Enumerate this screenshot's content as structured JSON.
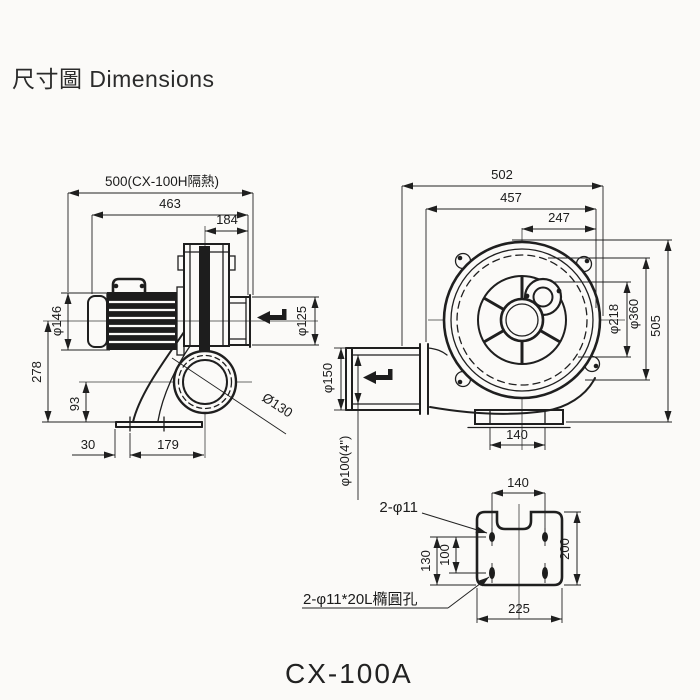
{
  "page": {
    "title": "尺寸圖 Dimensions",
    "model": "CX-100A"
  },
  "colors": {
    "line": "#1f1f1f",
    "background": "#fbfaf8"
  },
  "side_view": {
    "labels": {
      "overall_length": "500(CX-100H隔熱)",
      "body_length": "463",
      "outlet_offset": "184",
      "motor_diameter": "φ146",
      "center_height": "278",
      "inlet_center_height": "93",
      "base_offset": "30",
      "base_to_center": "179",
      "inlet_diameter": "Ø130",
      "outlet_diameter": "φ125"
    }
  },
  "front_view": {
    "labels": {
      "overall_width": "502",
      "body_width": "457",
      "center_to_edge": "247",
      "ring_diameter": "φ218",
      "bolt_circle_diameter": "φ360",
      "overall_height": "505",
      "flange_diameter": "φ150",
      "duct_diameter": "φ100(4\")",
      "base_slot_span": "140"
    }
  },
  "base_detail": {
    "labels": {
      "hole_span": "140",
      "top_holes": "2-φ11",
      "slot_height": "130",
      "hole_height": "100",
      "plate_depth": "200",
      "slot_holes": "2-φ11*20L橢圓孔",
      "plate_width": "225"
    }
  }
}
